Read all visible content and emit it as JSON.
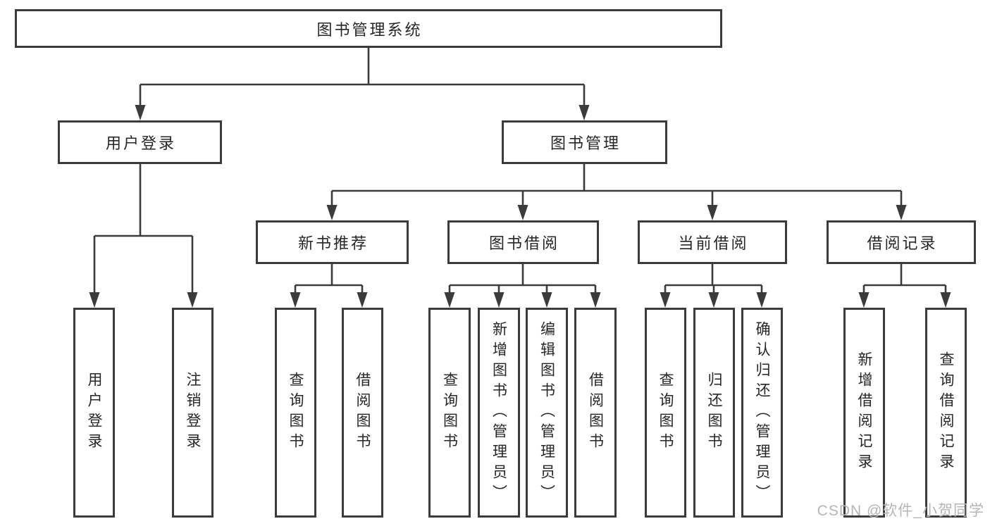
{
  "diagram": {
    "type": "feature-tree",
    "watermark": "CSDN @软件_小贺同学",
    "colors": {
      "line": "#3b3b3b",
      "box_border": "#3b3b3b",
      "box_fill": "#ffffff",
      "text": "#262626",
      "watermark": "#b5b5b5"
    },
    "tree": {
      "label": "图书管理系统",
      "children": [
        {
          "label": "用户登录",
          "children": [
            {
              "label": "用户登录"
            },
            {
              "label": "注销登录"
            }
          ]
        },
        {
          "label": "图书管理",
          "children": [
            {
              "label": "新书推荐",
              "children": [
                {
                  "label": "查询图书"
                },
                {
                  "label": "借阅图书"
                }
              ]
            },
            {
              "label": "图书借阅",
              "children": [
                {
                  "label": "查询图书"
                },
                {
                  "label": "新增图书（管理员）"
                },
                {
                  "label": "编辑图书（管理员）"
                },
                {
                  "label": "借阅图书"
                }
              ]
            },
            {
              "label": "当前借阅",
              "children": [
                {
                  "label": "查询图书"
                },
                {
                  "label": "归还图书"
                },
                {
                  "label": "确认归还（管理员）"
                }
              ]
            },
            {
              "label": "借阅记录",
              "children": [
                {
                  "label": "新增借阅记录"
                },
                {
                  "label": "查询借阅记录"
                }
              ]
            }
          ]
        }
      ]
    }
  }
}
